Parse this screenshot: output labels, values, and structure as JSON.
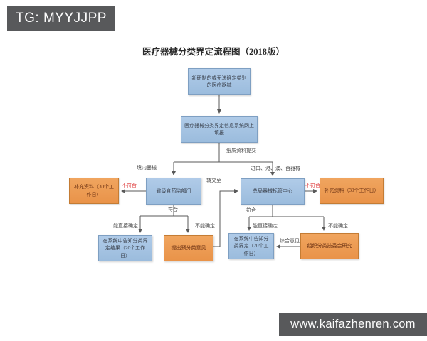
{
  "header": {
    "tag": "TG: MYYJJPP",
    "title": "医疗器械分类界定流程图（2018版）"
  },
  "watermark": "www.kaifazhenren.com",
  "colors": {
    "banner_bg": "#58595b",
    "blue_box_fill": "#a5c2e2",
    "blue_box_border": "#7e9fc2",
    "orange_box_fill": "#ec9c50",
    "orange_box_border": "#c47c34",
    "line": "#595959",
    "reject_label": "#e04343"
  },
  "flowchart": {
    "boxes": {
      "new_device": "新研制的或无法确定类别的医疗器械",
      "online_filing": "医疗器械分类界定信息系统网上填报",
      "provincial_dept": "省级食药监部门",
      "standards_center": "总局器械标管中心",
      "supplement_left": "补充资料（30个工作日）",
      "supplement_right": "补充资料（30个工作日）",
      "notify_result_left": "在系统中告知分类界定结果（20个工作日）",
      "pre_classification": "提出预分类意见",
      "notify_result_right": "在系统中告知分类界定（20个工作日）",
      "committee_research": "组织分类技委会研究"
    },
    "labels": {
      "paper_submit": "纸质资料提交",
      "domestic": "境内器械",
      "imported": "进口、港、澳、台器械",
      "not_conform_left": "不符合",
      "not_conform_right": "不符合",
      "transfer": "转交至",
      "conform_left": "符合",
      "conform_right": "符合",
      "direct_left": "能直接确定",
      "cannot_left": "不能确定",
      "direct_right": "能直接确定",
      "cannot_right": "不能确定",
      "comprehensive": "综合意见"
    }
  }
}
